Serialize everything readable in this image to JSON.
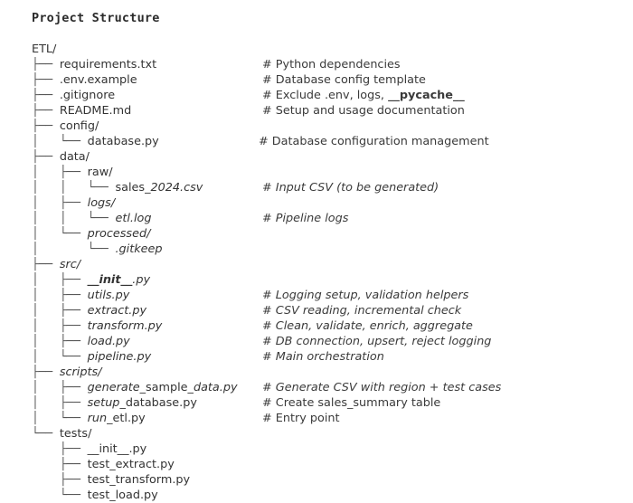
{
  "heading": "Project Structure",
  "root": "ETL/",
  "comment_prefix": "# ",
  "colors": {
    "text": "#333333",
    "tree_line": "#555555",
    "comment": "#3a3a3a",
    "background": "#ffffff"
  },
  "tree": [
    {
      "prefix": "",
      "name_runs": [
        {
          "text": "ETL/",
          "style": "plain"
        }
      ],
      "comment_runs": []
    },
    {
      "prefix": "├── ",
      "name_runs": [
        {
          "text": "requirements.txt",
          "style": "plain"
        }
      ],
      "comment_runs": [
        {
          "text": "# Python dependencies",
          "style": "plain"
        }
      ]
    },
    {
      "prefix": "├── ",
      "name_runs": [
        {
          "text": ".env.example",
          "style": "plain"
        }
      ],
      "comment_runs": [
        {
          "text": "# Database config template",
          "style": "plain"
        }
      ]
    },
    {
      "prefix": "├── ",
      "name_runs": [
        {
          "text": ".gitignore",
          "style": "plain"
        }
      ],
      "comment_runs": [
        {
          "text": "# Exclude .env, logs, ",
          "style": "plain"
        },
        {
          "text": "__pycache__",
          "style": "bold"
        }
      ]
    },
    {
      "prefix": "├── ",
      "name_runs": [
        {
          "text": "README.md",
          "style": "plain"
        }
      ],
      "comment_runs": [
        {
          "text": "# Setup and usage documentation",
          "style": "plain"
        }
      ]
    },
    {
      "prefix": "├── ",
      "name_runs": [
        {
          "text": "config/",
          "style": "plain"
        }
      ],
      "comment_runs": []
    },
    {
      "prefix": "│   └── ",
      "shift": true,
      "name_runs": [
        {
          "text": "database.py",
          "style": "plain"
        }
      ],
      "comment_runs": [
        {
          "text": "# Database configuration management",
          "style": "plain"
        }
      ]
    },
    {
      "prefix": "├── ",
      "name_runs": [
        {
          "text": "data/",
          "style": "plain"
        }
      ],
      "comment_runs": []
    },
    {
      "prefix": "│   ├── ",
      "name_runs": [
        {
          "text": "raw/",
          "style": "plain"
        }
      ],
      "comment_runs": []
    },
    {
      "prefix": "│   │   └── ",
      "name_runs": [
        {
          "text": "sales",
          "style": "plain"
        },
        {
          "text": "_2024.csv",
          "style": "italic"
        }
      ],
      "comment_runs": [
        {
          "text": "# Input CSV (to be generated)",
          "style": "italic"
        }
      ]
    },
    {
      "prefix": "│   ├── ",
      "name_runs": [
        {
          "text": "logs/",
          "style": "italic"
        }
      ],
      "comment_runs": []
    },
    {
      "prefix": "│   │   └── ",
      "name_runs": [
        {
          "text": "etl.log",
          "style": "italic"
        }
      ],
      "comment_runs": [
        {
          "text": "# Pipeline logs",
          "style": "italic"
        }
      ]
    },
    {
      "prefix": "│   └── ",
      "name_runs": [
        {
          "text": "processed/",
          "style": "italic"
        }
      ],
      "comment_runs": []
    },
    {
      "prefix": "│       └── ",
      "name_runs": [
        {
          "text": ".gitkeep",
          "style": "italic"
        }
      ],
      "comment_runs": []
    },
    {
      "prefix": "├── ",
      "name_runs": [
        {
          "text": "src/",
          "style": "italic"
        }
      ],
      "comment_runs": []
    },
    {
      "prefix": "│   ├── ",
      "name_runs": [
        {
          "text": "__init__",
          "style": "bold-italic"
        },
        {
          "text": ".py",
          "style": "italic"
        }
      ],
      "comment_runs": []
    },
    {
      "prefix": "│   ├── ",
      "name_runs": [
        {
          "text": "utils.py",
          "style": "italic"
        }
      ],
      "comment_runs": [
        {
          "text": "# Logging setup, validation helpers",
          "style": "italic"
        }
      ]
    },
    {
      "prefix": "│   ├── ",
      "name_runs": [
        {
          "text": "extract.py",
          "style": "italic"
        }
      ],
      "comment_runs": [
        {
          "text": "# CSV reading, incremental check",
          "style": "italic"
        }
      ]
    },
    {
      "prefix": "│   ├── ",
      "name_runs": [
        {
          "text": "transform.py",
          "style": "italic"
        }
      ],
      "comment_runs": [
        {
          "text": "# Clean, validate, enrich, aggregate",
          "style": "italic"
        }
      ]
    },
    {
      "prefix": "│   ├── ",
      "name_runs": [
        {
          "text": "load.py",
          "style": "italic"
        }
      ],
      "comment_runs": [
        {
          "text": "# DB connection, upsert, reject logging",
          "style": "italic"
        }
      ]
    },
    {
      "prefix": "│   └── ",
      "name_runs": [
        {
          "text": "pipeline.py",
          "style": "italic"
        }
      ],
      "comment_runs": [
        {
          "text": "# Main orchestration",
          "style": "italic"
        }
      ]
    },
    {
      "prefix": "├── ",
      "name_runs": [
        {
          "text": "scripts/",
          "style": "italic"
        }
      ],
      "comment_runs": []
    },
    {
      "prefix": "│   ├── ",
      "name_runs": [
        {
          "text": "generate_",
          "style": "italic"
        },
        {
          "text": "sample",
          "style": "plain"
        },
        {
          "text": "_data.py",
          "style": "italic"
        }
      ],
      "comment_runs": [
        {
          "text": "# Generate CSV with region + test cases",
          "style": "italic"
        }
      ]
    },
    {
      "prefix": "│   ├── ",
      "name_runs": [
        {
          "text": "setup",
          "style": "italic"
        },
        {
          "text": "_database.py",
          "style": "plain"
        }
      ],
      "comment_runs": [
        {
          "text": "# Create sales_summary table",
          "style": "plain"
        }
      ]
    },
    {
      "prefix": "│   └── ",
      "name_runs": [
        {
          "text": "run",
          "style": "italic"
        },
        {
          "text": "_etl.py",
          "style": "plain"
        }
      ],
      "comment_runs": [
        {
          "text": "# Entry point",
          "style": "plain"
        }
      ]
    },
    {
      "prefix": "└── ",
      "name_runs": [
        {
          "text": "tests/",
          "style": "plain"
        }
      ],
      "comment_runs": []
    },
    {
      "prefix": "    ├── ",
      "name_runs": [
        {
          "text": "__init__.py",
          "style": "plain"
        }
      ],
      "comment_runs": []
    },
    {
      "prefix": "    ├── ",
      "name_runs": [
        {
          "text": "test_extract.py",
          "style": "plain"
        }
      ],
      "comment_runs": []
    },
    {
      "prefix": "    ├── ",
      "name_runs": [
        {
          "text": "test_transform.py",
          "style": "plain"
        }
      ],
      "comment_runs": []
    },
    {
      "prefix": "    └── ",
      "name_runs": [
        {
          "text": "test_load.py",
          "style": "plain"
        }
      ],
      "comment_runs": []
    }
  ]
}
